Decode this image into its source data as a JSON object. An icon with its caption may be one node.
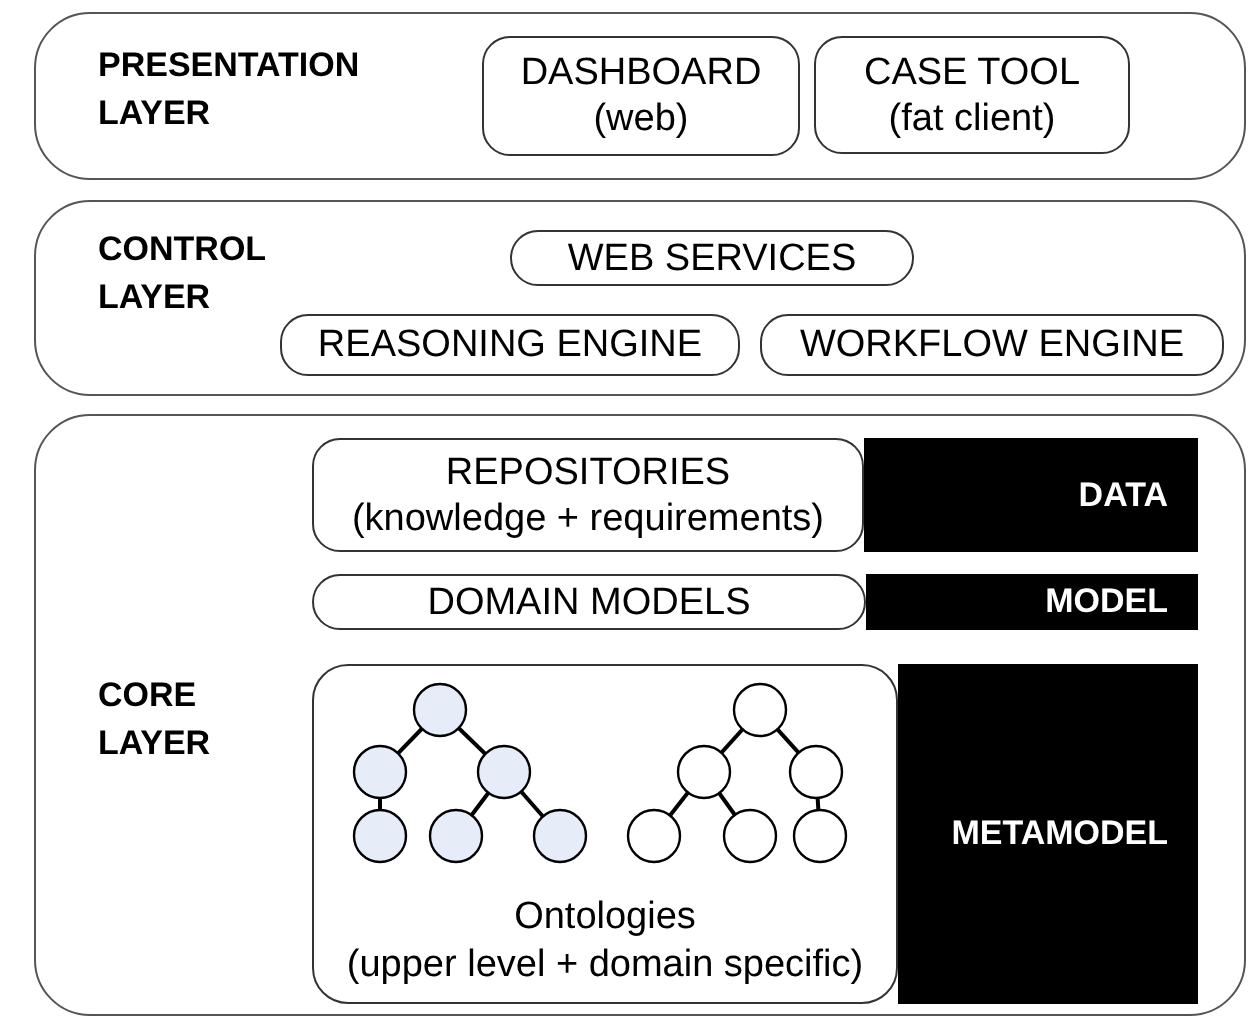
{
  "diagram": {
    "nodes": [
      {
        "text": [
          "PRESENTATION LAYER"
        ]
      },
      {
        "text": [
          "DASHBOARD",
          "(web)"
        ],
        "in": 0
      },
      {
        "text": [
          "CASE TOOL",
          "(fat client)"
        ],
        "in": 0
      },
      {
        "text": [
          "CONTROL LAYER"
        ]
      },
      {
        "text": [
          "WEB SERVICES"
        ],
        "in": 3
      },
      {
        "text": [
          "REASONING ENGINE"
        ],
        "in": 3
      },
      {
        "text": [
          "WORKFLOW ENGINE"
        ],
        "in": 3
      },
      {
        "text": [
          "CORE LAYER"
        ]
      },
      {
        "text": [
          "DATA"
        ],
        "in": 7
      },
      {
        "text": [
          "REPOSITORIES",
          "(knowledge + requirements)"
        ],
        "in": 7
      },
      {
        "text": [
          "MODEL"
        ],
        "in": 7
      },
      {
        "text": [
          "DOMAIN MODELS"
        ],
        "in": 7
      },
      {
        "text": [
          "METAMODEL"
        ],
        "in": 7
      },
      {
        "text": [
          "Ontologies",
          "(upper level + domain specific)"
        ],
        "in": 7
      }
    ]
  }
}
